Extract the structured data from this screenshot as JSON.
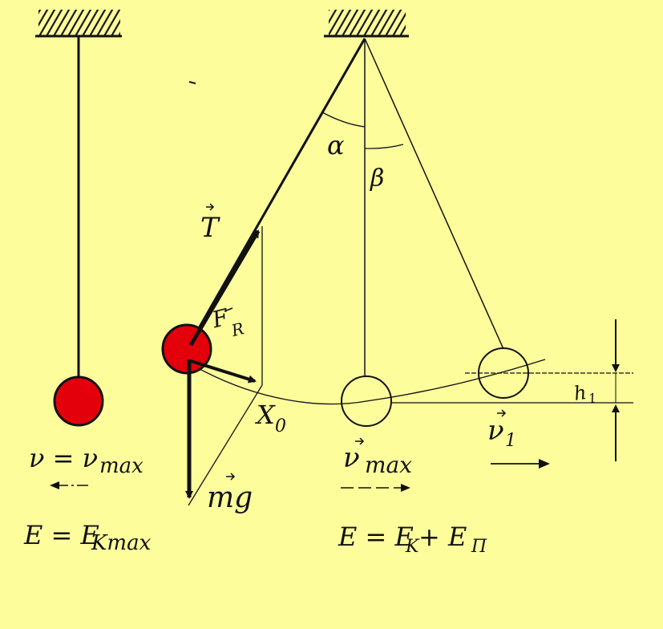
{
  "colors": {
    "background": "#fdfd9c",
    "ink": "#111111",
    "bob": "#e3000b"
  },
  "labels": {
    "alpha": "α",
    "beta": "β",
    "tension": "T",
    "resultant_force": "F",
    "resultant_force_sub": "R",
    "displacement": "X",
    "displacement_sub": "0",
    "gravity": "mg",
    "v_max_left": "ν = ν",
    "v_max_left_sub": "max",
    "v_max_mid": "ν",
    "v_max_mid_sub": "max",
    "v1": "ν",
    "v1_sub": "1",
    "height": "h",
    "height_sub": "1",
    "energy_left": "E = E",
    "energy_left_sub": "Kmax",
    "energy_mid": "E = E",
    "energy_mid_sub1": "K",
    "energy_mid_plus": " + E",
    "energy_mid_sub2": "П"
  }
}
